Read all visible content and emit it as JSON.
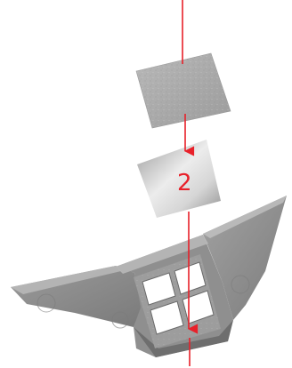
{
  "diagram": {
    "step_label": "2",
    "colors": {
      "arrow": "#e8212a",
      "label": "#e8212a",
      "fabric_light": "#c8c8c8",
      "fabric_mid": "#a6a6a6",
      "fabric_dark": "#7d7d7d",
      "base_body": "#8a8a8a",
      "base_shadow": "#6a6a6a",
      "window_pane": "#ffffff"
    },
    "parts": [
      "top-fabric-square",
      "middle-gradient-square",
      "folded-base-with-window"
    ]
  }
}
